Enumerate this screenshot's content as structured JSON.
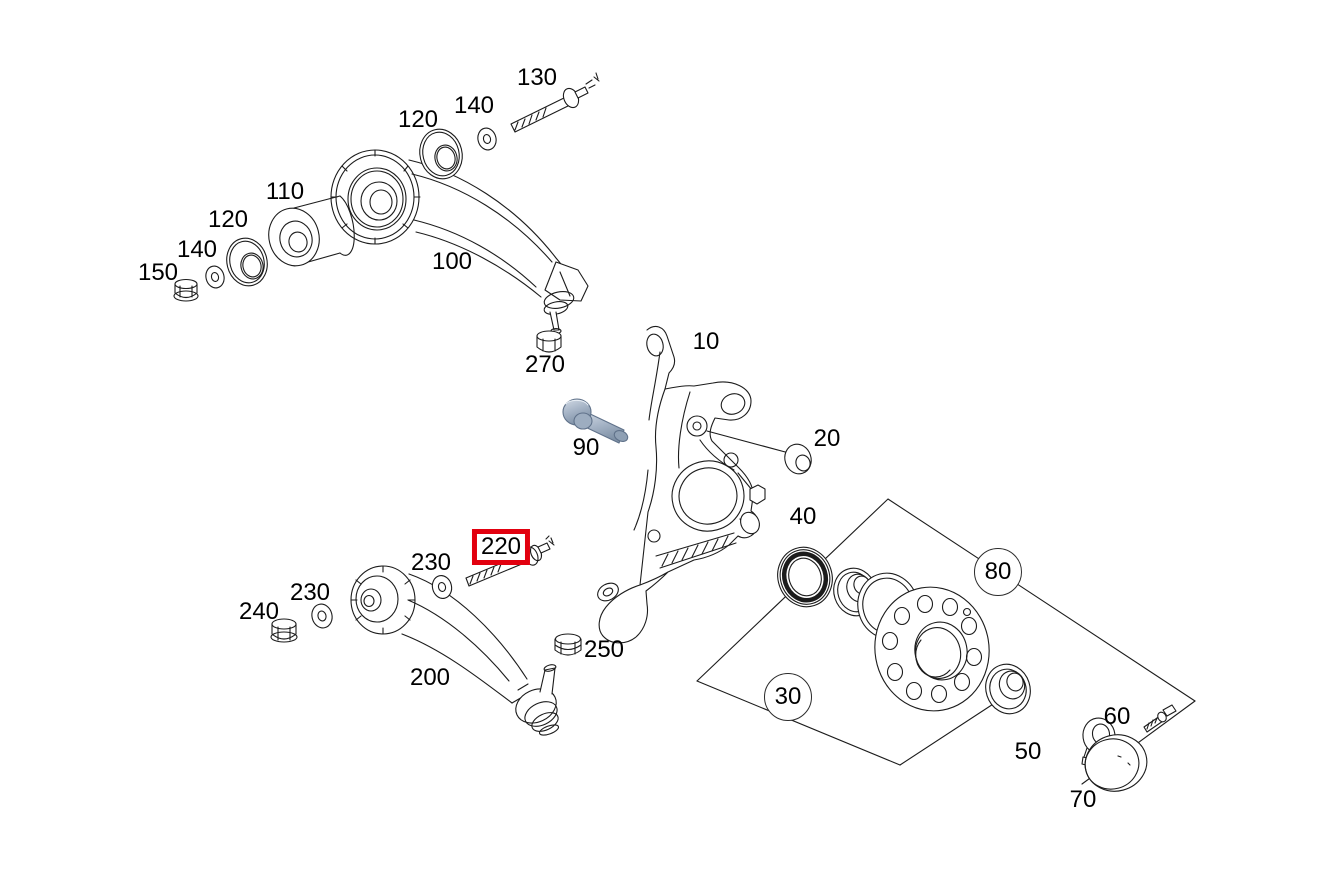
{
  "diagram": {
    "kind": "exploded-parts-view",
    "selected_callout": "220",
    "colors": {
      "background": "#ffffff",
      "line": "#1c1c1c",
      "highlight_box_red": "#e2000f",
      "selected_part_steel_blue": "#9dadc0"
    },
    "callouts": [
      {
        "text": "130",
        "style": "plain"
      },
      {
        "text": "140",
        "style": "plain"
      },
      {
        "text": "120",
        "style": "plain"
      },
      {
        "text": "110",
        "style": "plain"
      },
      {
        "text": "120",
        "style": "plain"
      },
      {
        "text": "140",
        "style": "plain"
      },
      {
        "text": "150",
        "style": "plain"
      },
      {
        "text": "100",
        "style": "plain"
      },
      {
        "text": "270",
        "style": "plain"
      },
      {
        "text": "10",
        "style": "plain"
      },
      {
        "text": "90",
        "style": "plain"
      },
      {
        "text": "20",
        "style": "plain"
      },
      {
        "text": "40",
        "style": "plain"
      },
      {
        "text": "80",
        "style": "circled"
      },
      {
        "text": "30",
        "style": "circled"
      },
      {
        "text": "50",
        "style": "plain"
      },
      {
        "text": "60",
        "style": "plain"
      },
      {
        "text": "70",
        "style": "plain"
      },
      {
        "text": "220",
        "style": "boxed-highlight"
      },
      {
        "text": "230",
        "style": "plain"
      },
      {
        "text": "230",
        "style": "plain"
      },
      {
        "text": "240",
        "style": "plain"
      },
      {
        "text": "200",
        "style": "plain"
      },
      {
        "text": "250",
        "style": "plain"
      }
    ]
  }
}
